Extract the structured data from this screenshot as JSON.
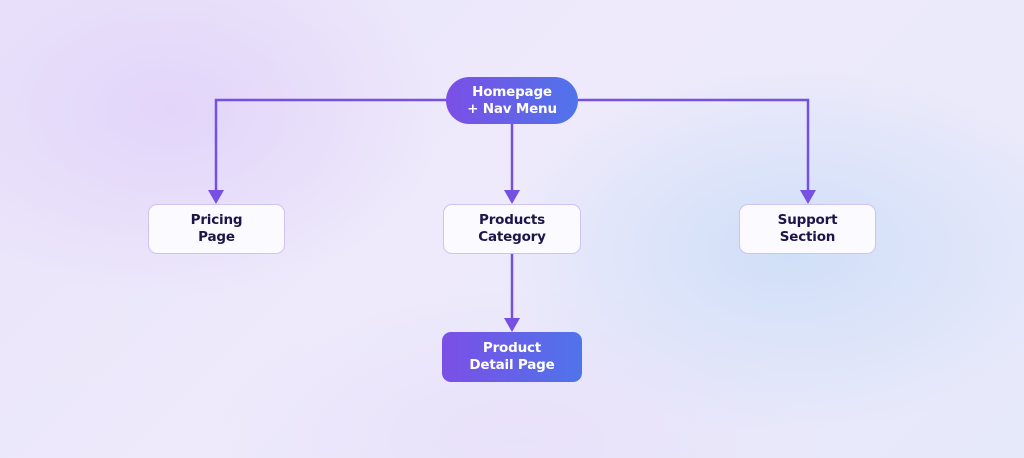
{
  "nodes": {
    "homepage": {
      "line1": "Homepage",
      "line2": "+ Nav Menu"
    },
    "pricing": {
      "line1": "Pricing",
      "line2": "Page"
    },
    "products": {
      "line1": "Products",
      "line2": "Category"
    },
    "support": {
      "line1": "Support",
      "line2": "Section"
    },
    "detail": {
      "line1": "Product",
      "line2": "Detail Page"
    }
  },
  "colors": {
    "connector": "#7550e3",
    "gradient_start": "#7b4fe6",
    "gradient_end": "#4f74ea",
    "node_text_dark": "#1d1548",
    "node_border": "#cfc3f2"
  },
  "edges": [
    {
      "from": "homepage",
      "to": "pricing"
    },
    {
      "from": "homepage",
      "to": "products"
    },
    {
      "from": "homepage",
      "to": "support"
    },
    {
      "from": "products",
      "to": "detail"
    }
  ]
}
